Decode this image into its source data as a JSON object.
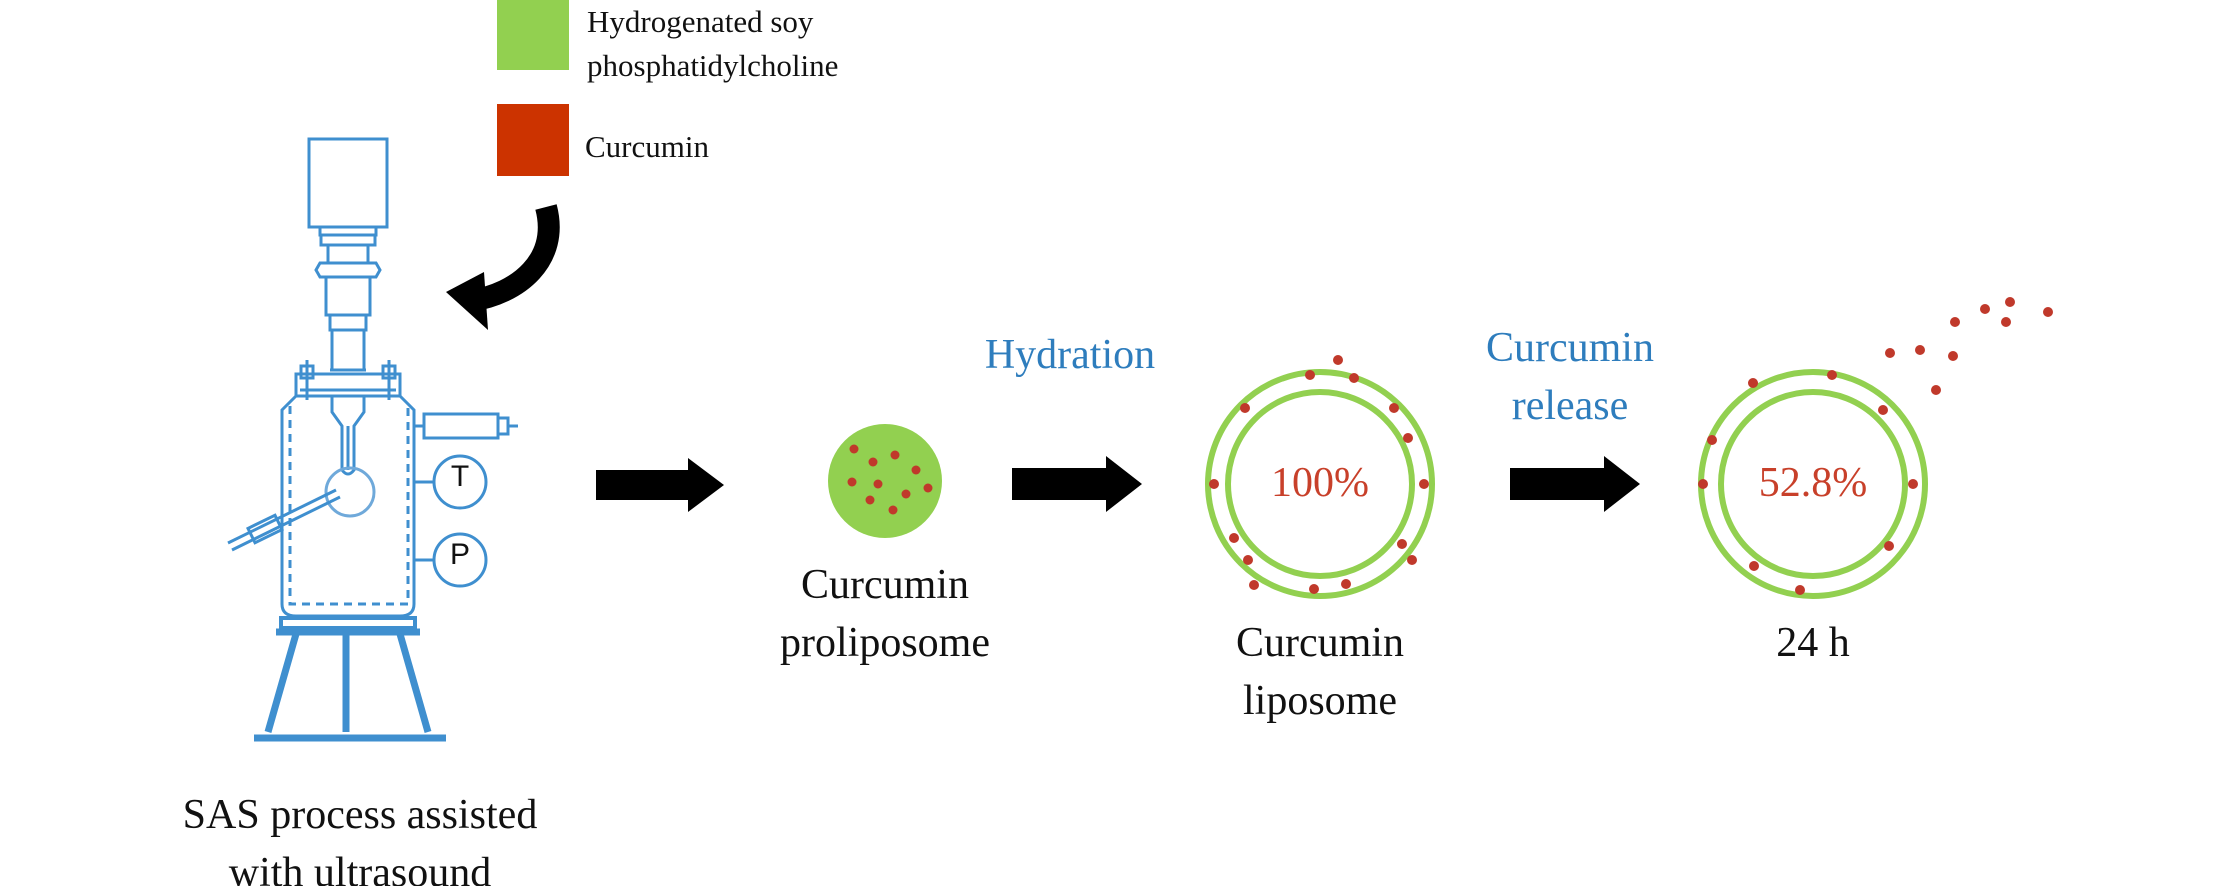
{
  "legend": [
    {
      "lines": [
        "Hydrogenated soy",
        "phosphatidylcholine"
      ],
      "color": "#92d050"
    },
    {
      "lines": [
        "Curcumin"
      ],
      "color": "#cc3300"
    }
  ],
  "apparatus": {
    "gauges": [
      "T",
      "P"
    ],
    "caption": [
      "SAS process assisted",
      "with ultrasound"
    ]
  },
  "proliposome": {
    "caption": [
      "Curcumin",
      "proliposome"
    ]
  },
  "hydration": {
    "label": "Hydration"
  },
  "liposome": {
    "percent": "100%",
    "caption": [
      "Curcumin",
      "liposome"
    ]
  },
  "release": {
    "label": [
      "Curcumin",
      "release"
    ]
  },
  "released": {
    "percent": "52.8%",
    "caption": [
      "24 h"
    ]
  },
  "colors": {
    "apparatus": "#3f8fcf",
    "apparatus_light": "#6fa9da",
    "lipid": "#92d050",
    "curcumin": "#cc3300",
    "dot": "#c0392b",
    "arrow": "#000000",
    "step_label": "#2e7dbd",
    "percent_text": "#c8402a"
  },
  "icons": [
    "curved-arrow-icon",
    "right-arrow-icon"
  ]
}
